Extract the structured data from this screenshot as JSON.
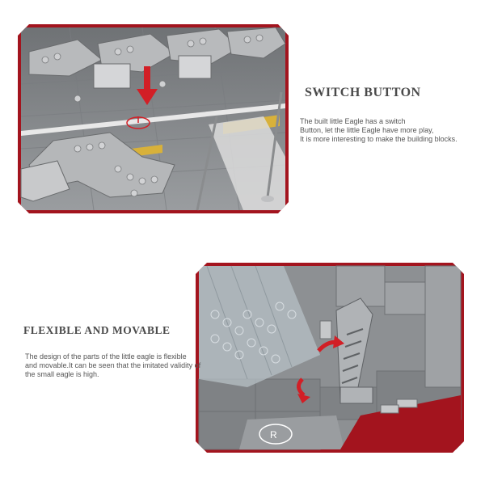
{
  "colors": {
    "frame_red": "#a3141e",
    "deck_gray": "#8c8f92",
    "deck_stripe_yellow": "#d8b13a",
    "arrow_red": "#d21f26",
    "heading_gray": "#4a4a4a",
    "text_gray": "#555555"
  },
  "section_switch": {
    "heading": "SWITCH BUTTON",
    "lines": [
      "The built little Eagle has a switch",
      "Button, let the little Eagle have more play,",
      "It is more interesting to make the building blocks."
    ]
  },
  "section_flexible": {
    "heading": "FLEXIBLE AND MOVABLE",
    "lines": [
      "The design of the parts of the little eagle is flexible",
      "and movable.It can be seen that the imitated validity of",
      "the small eagle is high."
    ]
  },
  "icons": {
    "top_image": "lego-deck-fighters-photo",
    "bottom_image": "lego-hangar-ladder-photo",
    "press_arrow": "down-arrow-icon",
    "rotate_arrow": "curved-arrow-icon"
  }
}
